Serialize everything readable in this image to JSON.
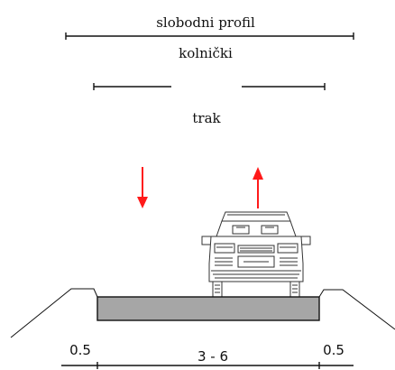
{
  "labels": {
    "clearance_profile": "slobodni profil",
    "carriageway": "kolnički",
    "lane": "trak"
  },
  "dimensions": {
    "left_shoulder": "0.5",
    "lane_width": "3 - 6",
    "right_shoulder": "0.5"
  },
  "colors": {
    "line": "#111111",
    "arrow": "#ff1a1a",
    "pavement": "#a6a6a6"
  },
  "icons": {
    "down_arrow": "down-arrow-icon",
    "up_arrow": "up-arrow-icon",
    "car": "car-front-icon"
  }
}
